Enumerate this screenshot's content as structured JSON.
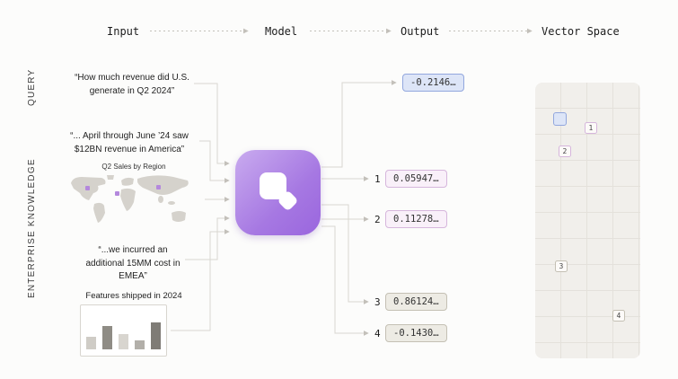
{
  "header": {
    "columns": [
      "Input",
      "Model",
      "Output",
      "Vector Space"
    ]
  },
  "sections": {
    "query_label": "QUERY",
    "knowledge_label": "ENTERPRISE KNOWLEDGE"
  },
  "inputs": {
    "query": "“How much revenue did U.S. generate in Q2 2024”",
    "doc_revenue": "“... April through June ’24 saw $12BN revenue in America”",
    "map": {
      "title": "Q2 Sales by Region"
    },
    "doc_cost": "“...we incurred an additional 15MM cost in EMEA”",
    "chart": {
      "title": "Features shipped in 2024",
      "bars": [
        {
          "h": 14,
          "c": "#cfccc6"
        },
        {
          "h": 26,
          "c": "#8f8c85"
        },
        {
          "h": 17,
          "c": "#d8d5cf"
        },
        {
          "h": 10,
          "c": "#b2afa9"
        },
        {
          "h": 30,
          "c": "#7f7c76"
        }
      ]
    }
  },
  "outputs": {
    "query_vector": "-0.2146…",
    "items": [
      {
        "index": "1",
        "value": "0.05947…"
      },
      {
        "index": "2",
        "value": "0.11278…"
      },
      {
        "index": "3",
        "value": "0.86124…"
      },
      {
        "index": "4",
        "value": "-0.1430…"
      }
    ]
  },
  "vector_space": {
    "points": [
      {
        "label": "1"
      },
      {
        "label": "2"
      },
      {
        "label": "3"
      },
      {
        "label": "4"
      }
    ]
  },
  "colors": {
    "accent-purple": "#b488dd",
    "query-bg": "#dde5f7",
    "query-border": "#92a7de",
    "doc-bg": "#f9f0f9",
    "doc-border": "#d6b6dc",
    "knowledge-bg": "#edebe4",
    "knowledge-border": "#c4c0b4",
    "line": "#d9d6d0"
  }
}
